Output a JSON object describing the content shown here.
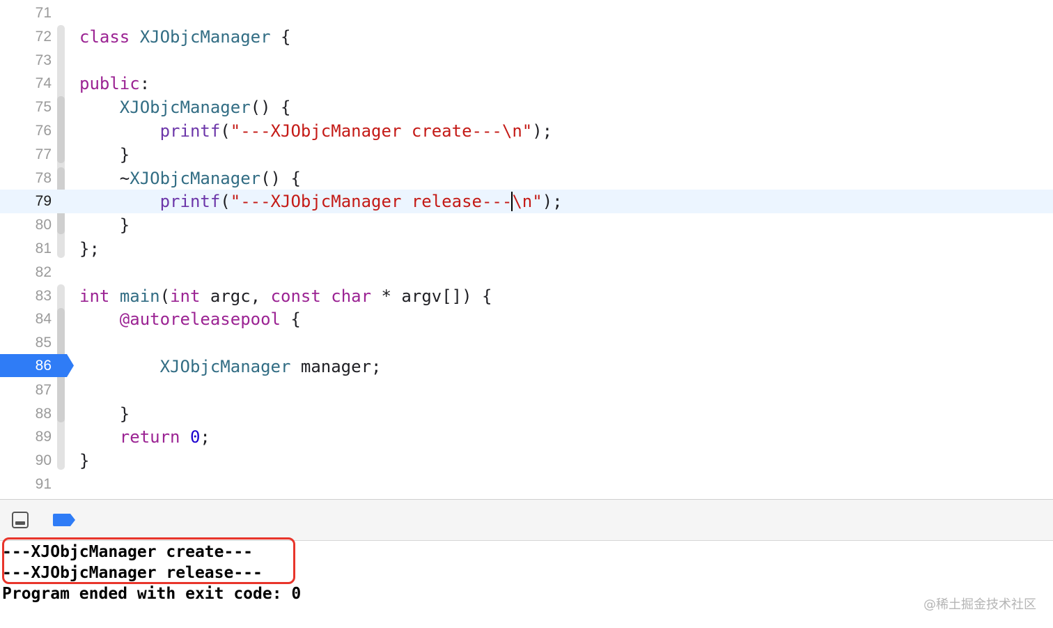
{
  "editor": {
    "current_line": "79",
    "breakpoint_line": "86",
    "lines": [
      {
        "num": "71",
        "tokens": []
      },
      {
        "num": "72",
        "tokens": [
          {
            "t": "class",
            "c": "kw"
          },
          {
            "t": " ",
            "c": "plain"
          },
          {
            "t": "XJObjcManager",
            "c": "ty"
          },
          {
            "t": " {",
            "c": "plain"
          }
        ]
      },
      {
        "num": "73",
        "tokens": []
      },
      {
        "num": "74",
        "tokens": [
          {
            "t": "public",
            "c": "kw"
          },
          {
            "t": ":",
            "c": "plain"
          }
        ]
      },
      {
        "num": "75",
        "tokens": [
          {
            "t": "    ",
            "c": "plain"
          },
          {
            "t": "XJObjcManager",
            "c": "ty"
          },
          {
            "t": "() {",
            "c": "plain"
          }
        ]
      },
      {
        "num": "76",
        "tokens": [
          {
            "t": "        ",
            "c": "plain"
          },
          {
            "t": "printf",
            "c": "fn"
          },
          {
            "t": "(",
            "c": "plain"
          },
          {
            "t": "\"---XJObjcManager create---\\n\"",
            "c": "str"
          },
          {
            "t": ");",
            "c": "plain"
          }
        ]
      },
      {
        "num": "77",
        "tokens": [
          {
            "t": "    }",
            "c": "plain"
          }
        ]
      },
      {
        "num": "78",
        "tokens": [
          {
            "t": "    ~",
            "c": "plain"
          },
          {
            "t": "XJObjcManager",
            "c": "ty"
          },
          {
            "t": "() {",
            "c": "plain"
          }
        ]
      },
      {
        "num": "79",
        "tokens": [
          {
            "t": "        ",
            "c": "plain"
          },
          {
            "t": "printf",
            "c": "fn"
          },
          {
            "t": "(",
            "c": "plain"
          },
          {
            "t": "\"---XJObjcManager release---",
            "c": "str"
          },
          {
            "t": "",
            "c": "caret"
          },
          {
            "t": "\\n\"",
            "c": "str"
          },
          {
            "t": ");",
            "c": "plain"
          }
        ]
      },
      {
        "num": "80",
        "tokens": [
          {
            "t": "    }",
            "c": "plain"
          }
        ]
      },
      {
        "num": "81",
        "tokens": [
          {
            "t": "};",
            "c": "plain"
          }
        ]
      },
      {
        "num": "82",
        "tokens": []
      },
      {
        "num": "83",
        "tokens": [
          {
            "t": "int",
            "c": "kw"
          },
          {
            "t": " ",
            "c": "plain"
          },
          {
            "t": "main",
            "c": "ty"
          },
          {
            "t": "(",
            "c": "plain"
          },
          {
            "t": "int",
            "c": "kw"
          },
          {
            "t": " argc, ",
            "c": "plain"
          },
          {
            "t": "const",
            "c": "kw"
          },
          {
            "t": " ",
            "c": "plain"
          },
          {
            "t": "char",
            "c": "kw"
          },
          {
            "t": " * argv[]) {",
            "c": "plain"
          }
        ]
      },
      {
        "num": "84",
        "tokens": [
          {
            "t": "    ",
            "c": "plain"
          },
          {
            "t": "@autoreleasepool",
            "c": "kw"
          },
          {
            "t": " {",
            "c": "plain"
          }
        ]
      },
      {
        "num": "85",
        "tokens": []
      },
      {
        "num": "86",
        "tokens": [
          {
            "t": "        ",
            "c": "plain"
          },
          {
            "t": "XJObjcManager",
            "c": "ty"
          },
          {
            "t": " manager;",
            "c": "plain"
          }
        ]
      },
      {
        "num": "87",
        "tokens": []
      },
      {
        "num": "88",
        "tokens": [
          {
            "t": "    }",
            "c": "plain"
          }
        ]
      },
      {
        "num": "89",
        "tokens": [
          {
            "t": "    ",
            "c": "plain"
          },
          {
            "t": "return",
            "c": "kw"
          },
          {
            "t": " ",
            "c": "plain"
          },
          {
            "t": "0",
            "c": "num"
          },
          {
            "t": ";",
            "c": "plain"
          }
        ]
      },
      {
        "num": "90",
        "tokens": [
          {
            "t": "}",
            "c": "plain"
          }
        ]
      },
      {
        "num": "91",
        "tokens": []
      }
    ]
  },
  "debug_bar": {
    "console_toggle_icon": "console-area-icon",
    "breakpoints_toggle_icon": "breakpoint-toggle-icon"
  },
  "console": {
    "lines": [
      "---XJObjcManager create---",
      "---XJObjcManager release---",
      "Program ended with exit code: 0"
    ]
  },
  "watermark": "@稀土掘金技术社区",
  "colors": {
    "keyword": "#9b2393",
    "type": "#326d84",
    "function": "#6c36a9",
    "string": "#c41a16",
    "number": "#1c00cf",
    "breakpoint": "#2f7cf6",
    "highlight_box": "#e8352b",
    "current_line_bg": "#ecf5ff"
  }
}
